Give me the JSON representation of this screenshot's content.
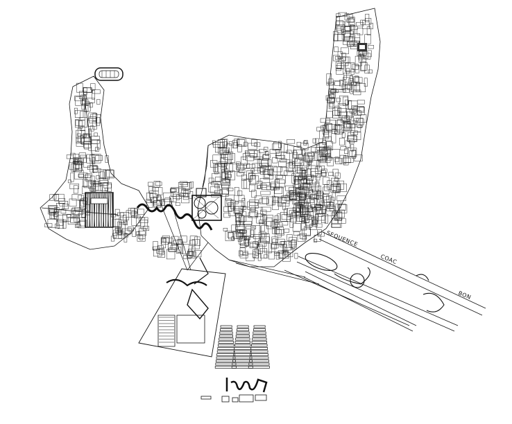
{
  "canvas": {
    "background": "#ffffff",
    "line_color": "#111111"
  },
  "strip_labels": [
    {
      "id": "label-sequence",
      "text": "SEQUENCE"
    },
    {
      "id": "label-coac",
      "text": "COAC"
    },
    {
      "id": "label-bon",
      "text": "BON"
    }
  ]
}
